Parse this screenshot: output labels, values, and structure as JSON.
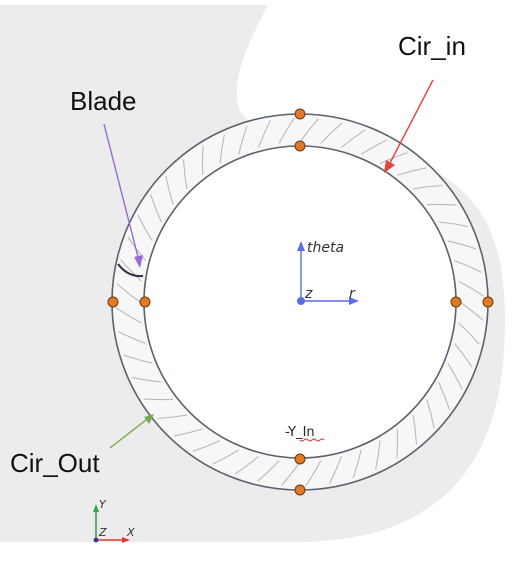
{
  "labels": {
    "cir_in": "Cir_in",
    "blade": "Blade",
    "cir_out": "Cir_Out",
    "y_in": "-Y_In"
  },
  "local_axes": {
    "theta": "theta",
    "z": "z",
    "r": "r"
  },
  "global_axes": {
    "x": "X",
    "y": "Y",
    "z": "Z"
  },
  "colors": {
    "cir_in_arrow": "#e8413a",
    "blade_arrow": "#9b6ad6",
    "cir_out_arrow": "#79a84a",
    "local_axis": "#5b6ee8",
    "vertex": "#e07a26",
    "housing": "#ececec",
    "blade_stroke": "#b9b9b9"
  },
  "blade_count": 48
}
